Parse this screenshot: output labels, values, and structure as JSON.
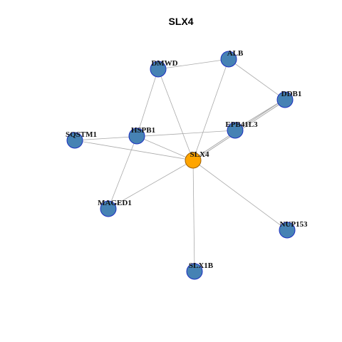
{
  "title": "SLX4",
  "colors": {
    "node_fill": "#4682b4",
    "node_stroke": "#1c2fc0",
    "center_fill": "#ffa500",
    "center_stroke": "#a06000",
    "edge": "#aaaaaa"
  },
  "nodes": [
    {
      "id": "SLX4",
      "label": "SLX4",
      "center": true
    },
    {
      "id": "ALB",
      "label": "ALB"
    },
    {
      "id": "DMWD",
      "label": "DMWD"
    },
    {
      "id": "DDB1",
      "label": "DDB1"
    },
    {
      "id": "EPB41L3",
      "label": "EPB41L3"
    },
    {
      "id": "HSPB1",
      "label": "HSPB1"
    },
    {
      "id": "SQSTM1",
      "label": "SQSTM1"
    },
    {
      "id": "MAGED1",
      "label": "MAGED1"
    },
    {
      "id": "NUP153",
      "label": "NUP153"
    },
    {
      "id": "SLX1B",
      "label": "SLX1B"
    }
  ],
  "edges": [
    {
      "source": "DMWD",
      "target": "ALB"
    },
    {
      "source": "ALB",
      "target": "DDB1"
    },
    {
      "source": "ALB",
      "target": "SLX4"
    },
    {
      "source": "DMWD",
      "target": "SLX4"
    },
    {
      "source": "DMWD",
      "target": "HSPB1"
    },
    {
      "source": "DDB1",
      "target": "EPB41L3",
      "double": true
    },
    {
      "source": "DDB1",
      "target": "SLX4",
      "double": true
    },
    {
      "source": "SQSTM1",
      "target": "EPB41L3"
    },
    {
      "source": "SQSTM1",
      "target": "SLX4"
    },
    {
      "source": "HSPB1",
      "target": "SLX4"
    },
    {
      "source": "HSPB1",
      "target": "MAGED1"
    },
    {
      "source": "SLX4",
      "target": "MAGED1"
    },
    {
      "source": "SLX4",
      "target": "NUP153"
    },
    {
      "source": "SLX4",
      "target": "SLX1B"
    }
  ]
}
